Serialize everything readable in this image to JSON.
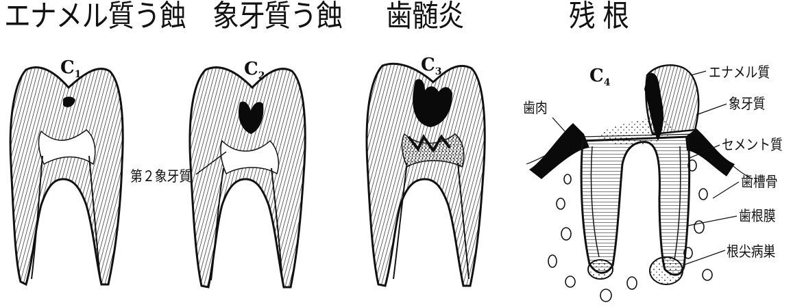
{
  "stages": [
    {
      "title": "エナメル質う蝕",
      "code": "C",
      "sub": "1"
    },
    {
      "title": "象牙質う蝕",
      "code": "C",
      "sub": "2"
    },
    {
      "title": "歯髄炎",
      "code": "C",
      "sub": "3"
    },
    {
      "title": "残 根",
      "code": "C",
      "sub": "4"
    }
  ],
  "labels": {
    "secondary_dentin": "第２象牙質",
    "gingiva": "歯肉",
    "enamel": "エナメル質",
    "dentin": "象牙質",
    "cementum": "セメント質",
    "alveolar_bone": "歯槽骨",
    "periodontal_ligament": "歯根膜",
    "periapical_lesion": "根尖病巣"
  },
  "colors": {
    "ink": "#111111",
    "caries": "#0a0a0a",
    "background": "#ffffff"
  }
}
